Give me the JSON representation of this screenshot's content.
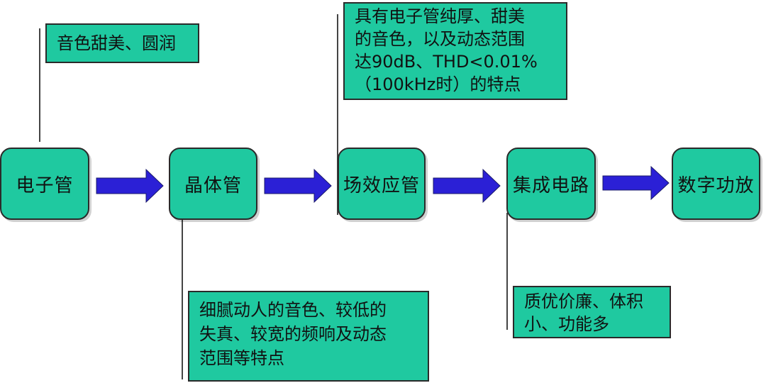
{
  "colors": {
    "box_fill": "#1fc9a0",
    "arrow_fill": "#2b20d6",
    "border": "#2a2a2a"
  },
  "stages": [
    {
      "label": "电子管"
    },
    {
      "label": "晶体管"
    },
    {
      "label": "场效应管"
    },
    {
      "label": "集成电路"
    },
    {
      "label": "数字功放"
    }
  ],
  "notes": {
    "tube": [
      "音色甜美、圆润"
    ],
    "transistor": [
      "细腻动人的音色、较低的",
      "失真、较宽的频响及动态",
      "范围等特点"
    ],
    "fet": [
      "具有电子管纯厚、甜美",
      "的音色，以及动态范围",
      "达90dB、THD<0.01%",
      "（100kHz时）的特点"
    ],
    "ic": [
      "质优价廉、体积",
      "小、功能多"
    ]
  }
}
